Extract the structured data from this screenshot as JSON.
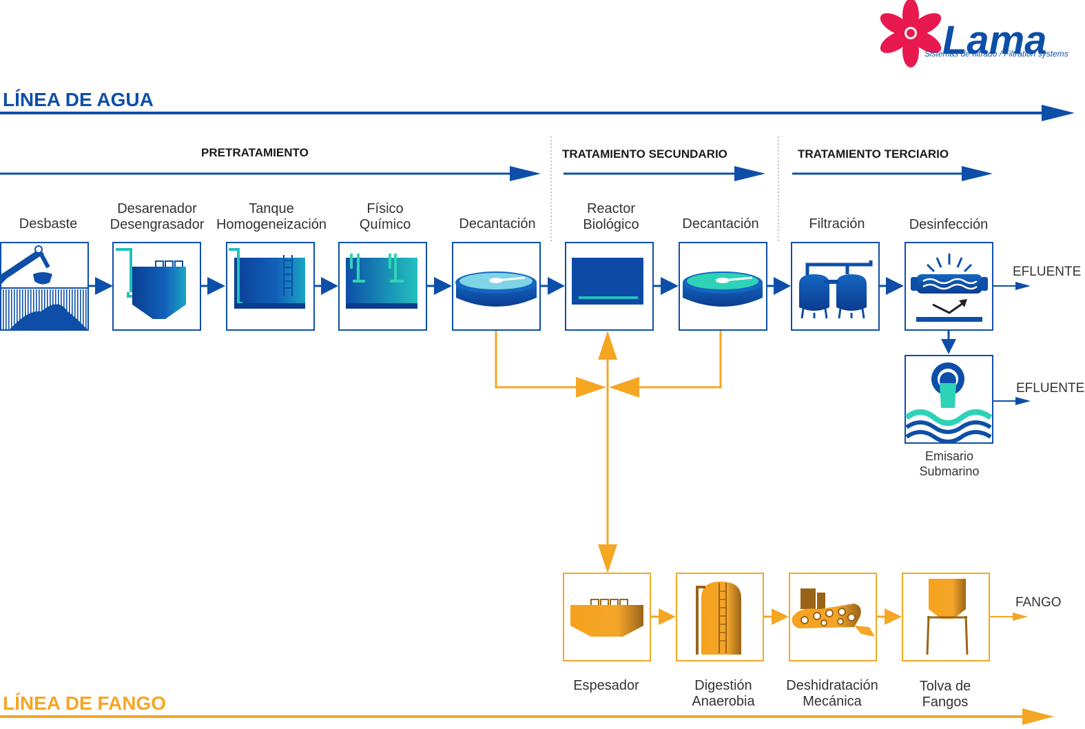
{
  "logo": {
    "word": "Lama",
    "tagline": "Sistemas de filtrado / Filtration systems"
  },
  "water_line": {
    "title": "LÍNEA DE AGUA"
  },
  "sludge_line": {
    "title": "LÍNEA DE FANGO"
  },
  "sections": {
    "pretreatment": "PRETRATAMIENTO",
    "secondary": "TRATAMIENTO SECUNDARIO",
    "tertiary": "TRATAMIENTO TERCIARIO"
  },
  "stages": {
    "desbaste": [
      "Desbaste"
    ],
    "desarenador": [
      "Desarenador",
      "Desengrasador"
    ],
    "tanque": [
      "Tanque",
      "Homogeneización"
    ],
    "fisico": [
      "Físico",
      "Químico"
    ],
    "decantacion1": [
      "Decantación"
    ],
    "reactor": [
      "Reactor",
      "Biológico"
    ],
    "decantacion2": [
      "Decantación"
    ],
    "filtracion": [
      "Filtración"
    ],
    "desinfeccion": [
      "Desinfección"
    ],
    "emisario": [
      "Emisario",
      "Submarino"
    ],
    "espesador": [
      "Espesador"
    ],
    "digestion": [
      "Digestión",
      "Anaerobia"
    ],
    "deshidratacion": [
      "Deshidratación",
      "Mecánica"
    ],
    "tolva": [
      "Tolva de",
      "Fangos"
    ]
  },
  "outputs": {
    "efluente1": "EFLUENTE",
    "efluente2": "EFLUENTE",
    "fango": "FANGO"
  },
  "colors": {
    "blue": "#0d4fa8",
    "orange": "#f5a623",
    "teal": "#2ed3b7",
    "brown": "#9a6418",
    "logo_red": "#e8194f"
  }
}
